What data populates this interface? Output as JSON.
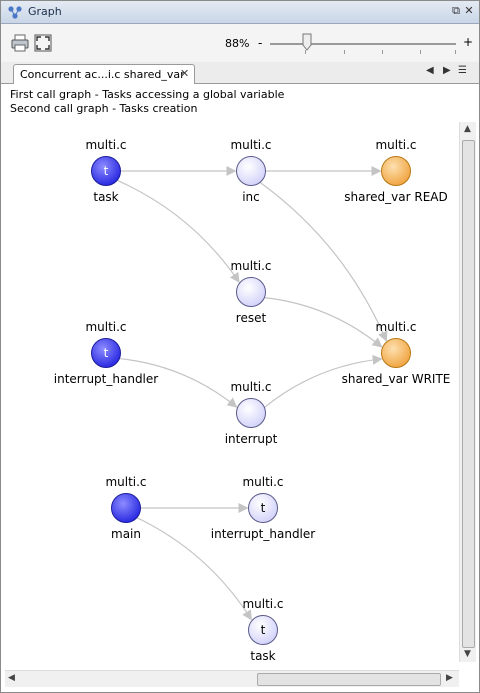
{
  "window": {
    "title": "Graph",
    "title_icon": "graph-icon",
    "controls": [
      "restore-icon",
      "close-icon"
    ]
  },
  "toolbar": {
    "print_icon": "printer-icon",
    "fit_icon": "fit-to-window-icon",
    "zoom_value": "88%",
    "zoom_minus": "-",
    "zoom_plus": "+",
    "zoom_level": 0.2
  },
  "tab": {
    "label": "Concurrent ac...i.c shared_var",
    "close": "✕"
  },
  "description": {
    "line1": "First call graph - Tasks accessing a global variable",
    "line2": "Second call graph - Tasks creation"
  },
  "graph": {
    "colors": {
      "task": "#3333ee",
      "function": "#dcdcfc",
      "variable": "#f4b24e",
      "edge": "#c4c4c4"
    },
    "nodes": [
      {
        "id": "task1",
        "file": "multi.c",
        "name": "task",
        "kind": "task",
        "glyph": "t"
      },
      {
        "id": "inc",
        "file": "multi.c",
        "name": "inc",
        "kind": "function",
        "glyph": ""
      },
      {
        "id": "read",
        "file": "multi.c",
        "name": "shared_var READ",
        "kind": "variable",
        "glyph": ""
      },
      {
        "id": "reset",
        "file": "multi.c",
        "name": "reset",
        "kind": "function",
        "glyph": ""
      },
      {
        "id": "ih1",
        "file": "multi.c",
        "name": "interrupt_handler",
        "kind": "task",
        "glyph": "t"
      },
      {
        "id": "write",
        "file": "multi.c",
        "name": "shared_var WRITE",
        "kind": "variable",
        "glyph": ""
      },
      {
        "id": "interrupt",
        "file": "multi.c",
        "name": "interrupt",
        "kind": "function",
        "glyph": ""
      },
      {
        "id": "main",
        "file": "multi.c",
        "name": "main",
        "kind": "main",
        "glyph": ""
      },
      {
        "id": "ih2",
        "file": "multi.c",
        "name": "interrupt_handler",
        "kind": "function",
        "glyph": "t"
      },
      {
        "id": "task2",
        "file": "multi.c",
        "name": "task",
        "kind": "function",
        "glyph": "t"
      }
    ],
    "edges": [
      {
        "from": "task1",
        "to": "inc"
      },
      {
        "from": "task1",
        "to": "reset"
      },
      {
        "from": "inc",
        "to": "read"
      },
      {
        "from": "inc",
        "to": "write"
      },
      {
        "from": "reset",
        "to": "write"
      },
      {
        "from": "ih1",
        "to": "interrupt"
      },
      {
        "from": "interrupt",
        "to": "write"
      },
      {
        "from": "main",
        "to": "ih2"
      },
      {
        "from": "main",
        "to": "task2"
      }
    ]
  }
}
